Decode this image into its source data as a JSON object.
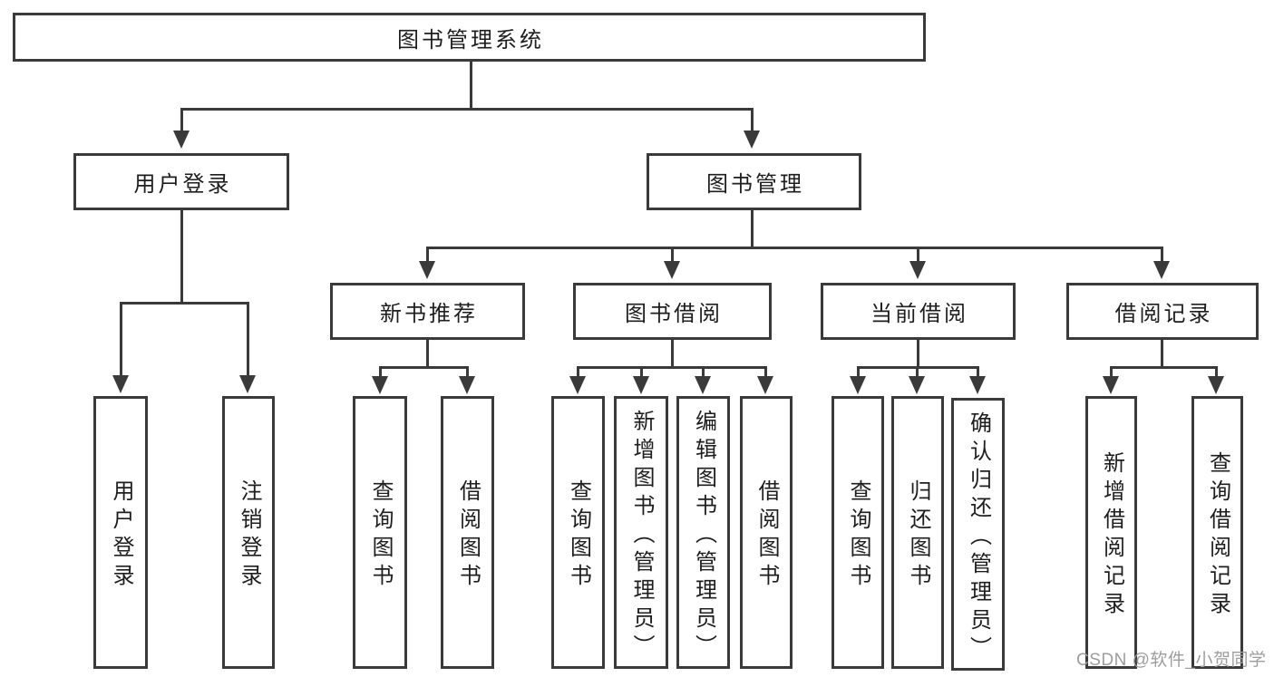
{
  "diagram": {
    "root": {
      "label": "图书管理系统"
    },
    "branches": {
      "userLogin": {
        "label": "用户登录",
        "children": {
          "login": {
            "label": "用户登录"
          },
          "logout": {
            "label": "注销登录"
          }
        }
      },
      "bookManagement": {
        "label": "图书管理",
        "children": {
          "newBookRecommend": {
            "label": "新书推荐",
            "children": {
              "queryBook": {
                "label": "查询图书"
              },
              "borrowBook": {
                "label": "借阅图书"
              }
            }
          },
          "bookBorrow": {
            "label": "图书借阅",
            "children": {
              "queryBook": {
                "label": "查询图书"
              },
              "addBook": {
                "label": "新增图书（管理员）"
              },
              "editBook": {
                "label": "编辑图书（管理员）"
              },
              "borrowBook": {
                "label": "借阅图书"
              }
            }
          },
          "currentBorrow": {
            "label": "当前借阅",
            "children": {
              "queryBook": {
                "label": "查询图书"
              },
              "returnBook": {
                "label": "归还图书"
              },
              "confirmReturn": {
                "label": "确认归还（管理员）"
              }
            }
          },
          "borrowRecord": {
            "label": "借阅记录",
            "children": {
              "addRecord": {
                "label": "新增借阅记录"
              },
              "queryRecord": {
                "label": "查询借阅记录"
              }
            }
          }
        }
      }
    },
    "watermark": {
      "text": "CSDN @软件_小贺同学"
    },
    "colors": {
      "line": "#3a3a3a",
      "text": "#1e1e1e",
      "watermark": "#9d9d9d",
      "background": "#ffffff"
    }
  }
}
